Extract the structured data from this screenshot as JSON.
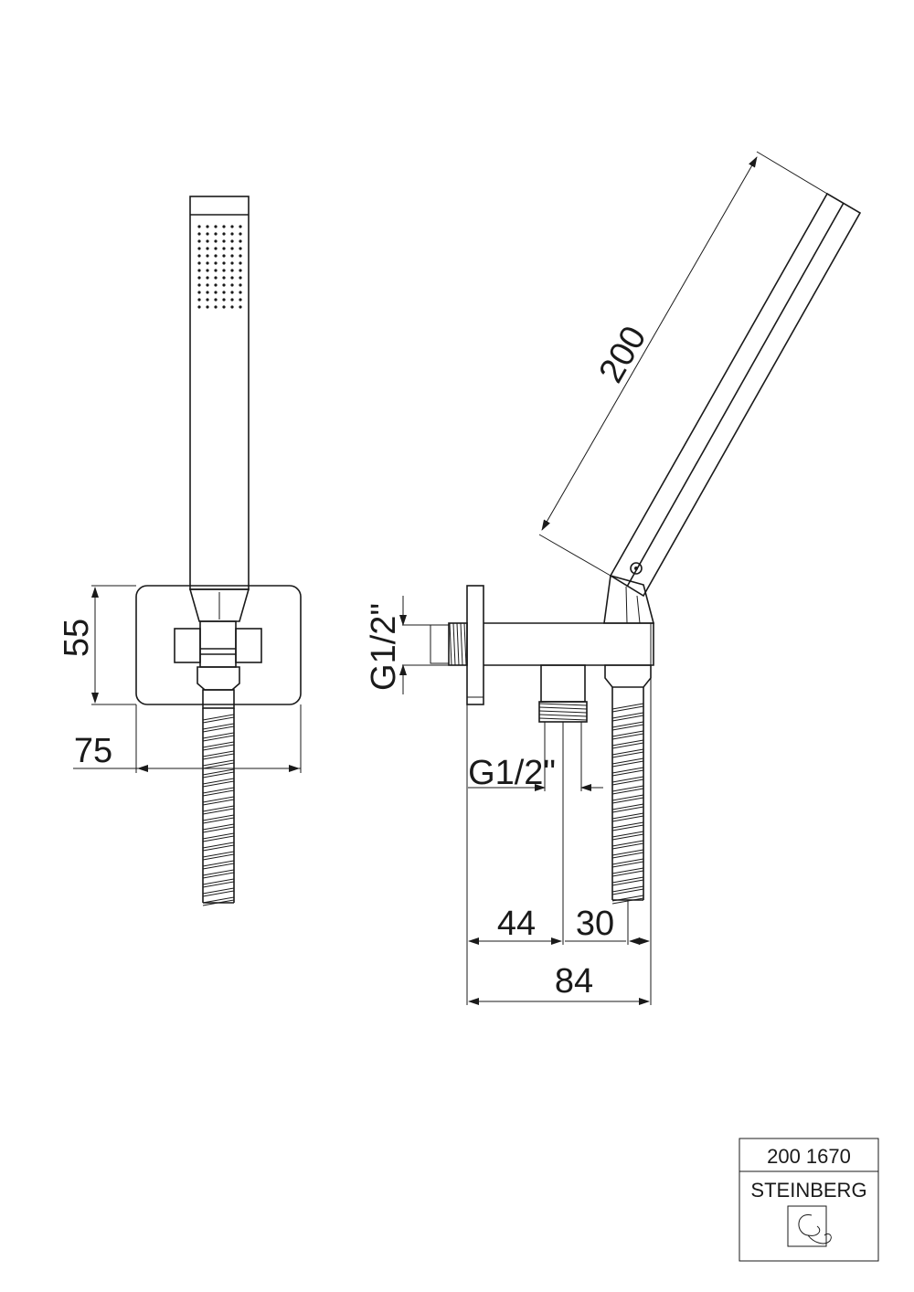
{
  "dimensions": {
    "height_front": "55",
    "width_front": "75",
    "length_handshower": "200",
    "thread_inlet": "G1/2\"",
    "thread_outlet": "G1/2\"",
    "dist_a": "44",
    "dist_b": "30",
    "total_depth": "84"
  },
  "title_block": {
    "article_number": "200 1670",
    "brand": "STEINBERG"
  }
}
